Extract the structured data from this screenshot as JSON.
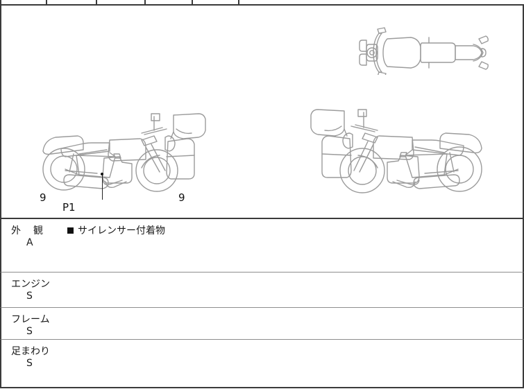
{
  "document": {
    "kind": "motorcycle-inspection-sheet"
  },
  "header_table": {
    "cells": [
      "",
      "",
      "",
      "",
      "",
      ""
    ]
  },
  "diagram": {
    "views": {
      "top": "motorcycle-top-view",
      "left_side": "motorcycle-left-side-view",
      "right_side": "motorcycle-right-side-view"
    },
    "markers": [
      {
        "label": "9",
        "view": "left-side",
        "position": "front-lower"
      },
      {
        "label": "P1",
        "view": "left-side",
        "position": "exhaust-muffler"
      },
      {
        "label": "9",
        "view": "left-side",
        "position": "rear-lower"
      }
    ]
  },
  "conditions": [
    {
      "name_part1": "外",
      "name_part2": "観",
      "name": "外　観",
      "grade": "A",
      "note_marker": "■",
      "note": "サイレンサー付着物"
    },
    {
      "name": "エンジン",
      "grade": "S",
      "note_marker": "",
      "note": ""
    },
    {
      "name": "フレーム",
      "grade": "S",
      "note_marker": "",
      "note": ""
    },
    {
      "name": "足まわり",
      "grade": "S",
      "note_marker": "",
      "note": ""
    }
  ],
  "colors": {
    "border_dark": "#3a3a3a",
    "border_light": "#8d8d8d",
    "diagram_stroke": "#9b9b9b",
    "text": "#1a1a1a",
    "background": "#ffffff"
  }
}
